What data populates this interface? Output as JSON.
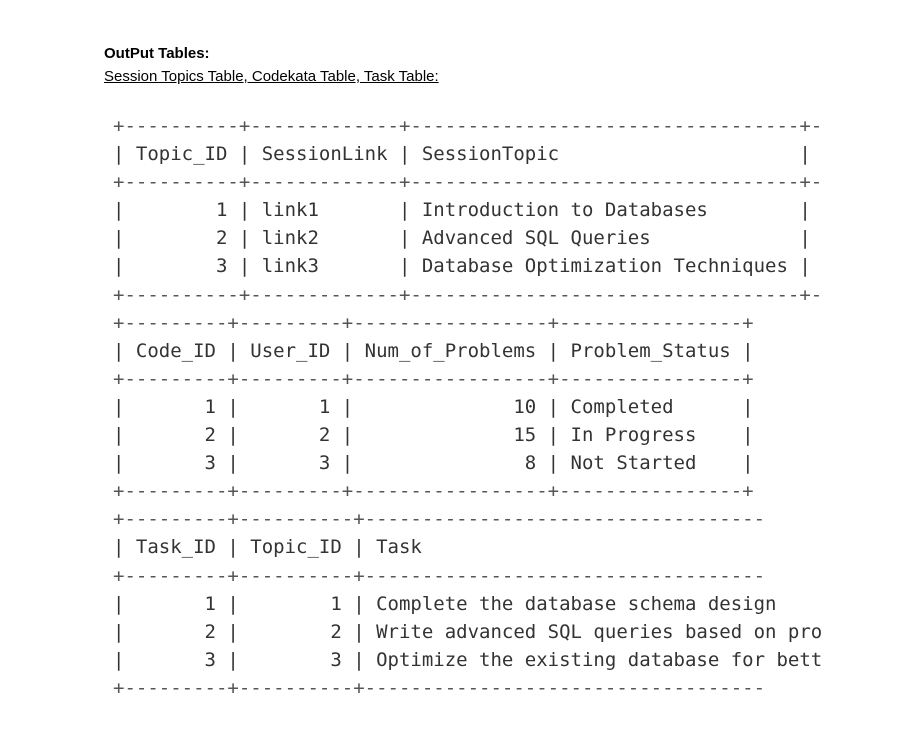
{
  "document": {
    "heading": "OutPut Tables:",
    "subheading": "Session Topics Table, Codekata Table, Task Table:"
  },
  "output_tables": [
    {
      "lines": [
        "+----------+-------------+----------------------------------+-",
        "| Topic_ID | SessionLink | SessionTopic                     |",
        "+----------+-------------+----------------------------------+-",
        "|        1 | link1       | Introduction to Databases        |",
        "|        2 | link2       | Advanced SQL Queries             |",
        "|        3 | link3       | Database Optimization Techniques |",
        "+----------+-------------+----------------------------------+-"
      ]
    },
    {
      "lines": [
        "+---------+---------+-----------------+----------------+",
        "| Code_ID | User_ID | Num_of_Problems | Problem_Status |",
        "+---------+---------+-----------------+----------------+",
        "|       1 |       1 |              10 | Completed      |",
        "|       2 |       2 |              15 | In Progress    |",
        "|       3 |       3 |               8 | Not Started    |",
        "+---------+---------+-----------------+----------------+"
      ]
    },
    {
      "lines": [
        "+---------+----------+-----------------------------------",
        "| Task_ID | Topic_ID | Task",
        "+---------+----------+-----------------------------------",
        "|       1 |        1 | Complete the database schema design",
        "|       2 |        2 | Write advanced SQL queries based on pro",
        "|       3 |        3 | Optimize the existing database for bett",
        "+---------+----------+-----------------------------------"
      ]
    }
  ]
}
